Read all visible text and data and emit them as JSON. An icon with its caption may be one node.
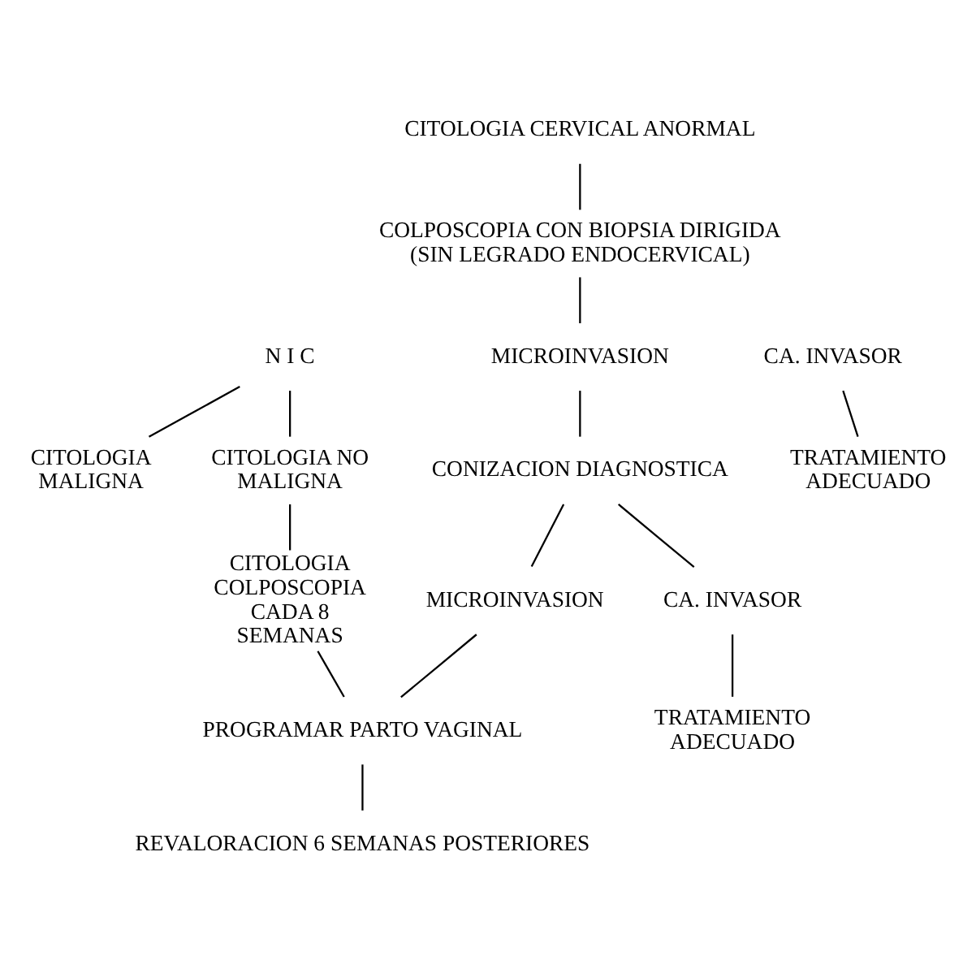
{
  "diagram": {
    "nodes": [
      {
        "text": [
          "CITOLOGIA CERVICAL ANORMAL"
        ]
      },
      {
        "text": [
          "COLPOSCOPIA CON BIOPSIA DIRIGIDA (SIN LEGRADO ENDOCERVICAL)"
        ]
      },
      {
        "text": [
          "N I C"
        ]
      },
      {
        "text": [
          "MICROINVASION"
        ]
      },
      {
        "text": [
          "CA. INVASOR"
        ]
      },
      {
        "text": [
          "CITOLOGIA NO MALIGNA"
        ]
      },
      {
        "text": [
          "CITOLOGIA MALIGNA"
        ]
      },
      {
        "text": [
          "TRATAMIENTO ADECUADO"
        ]
      },
      {
        "text": [
          "CONIZACION DIAGNOSTICA"
        ]
      },
      {
        "text": [
          "CITOLOGIA COLPOSCOPIA CADA 8 SEMANAS"
        ]
      },
      {
        "text": [
          "MICROINVASION"
        ]
      },
      {
        "text": [
          "CA. INVASOR"
        ]
      },
      {
        "text": [
          "TRATAMIENTO ADECUADO"
        ]
      },
      {
        "text": [
          "PROGRAMAR PARTO VAGINAL"
        ]
      },
      {
        "text": [
          "REVALORACION 6 SEMANAS POSTERIORES"
        ]
      }
    ],
    "edges": [
      {
        "from": 0,
        "to": 1,
        "arrow": "none"
      },
      {
        "from": 1,
        "to": 3,
        "arrow": "none"
      },
      {
        "from": 2,
        "to": 5,
        "arrow": "none"
      },
      {
        "from": 2,
        "to": 6,
        "arrow": "none"
      },
      {
        "from": 4,
        "to": 7,
        "arrow": "none"
      },
      {
        "from": 3,
        "to": 8,
        "arrow": "none"
      },
      {
        "from": 5,
        "to": 9,
        "arrow": "none"
      },
      {
        "from": 8,
        "to": 10,
        "arrow": "none"
      },
      {
        "from": 8,
        "to": 11,
        "arrow": "none"
      },
      {
        "from": 11,
        "to": 12,
        "arrow": "none"
      },
      {
        "from": 9,
        "to": 13,
        "arrow": "none"
      },
      {
        "from": 10,
        "to": 13,
        "arrow": "none"
      },
      {
        "from": 13,
        "to": 14,
        "arrow": "none"
      }
    ]
  }
}
